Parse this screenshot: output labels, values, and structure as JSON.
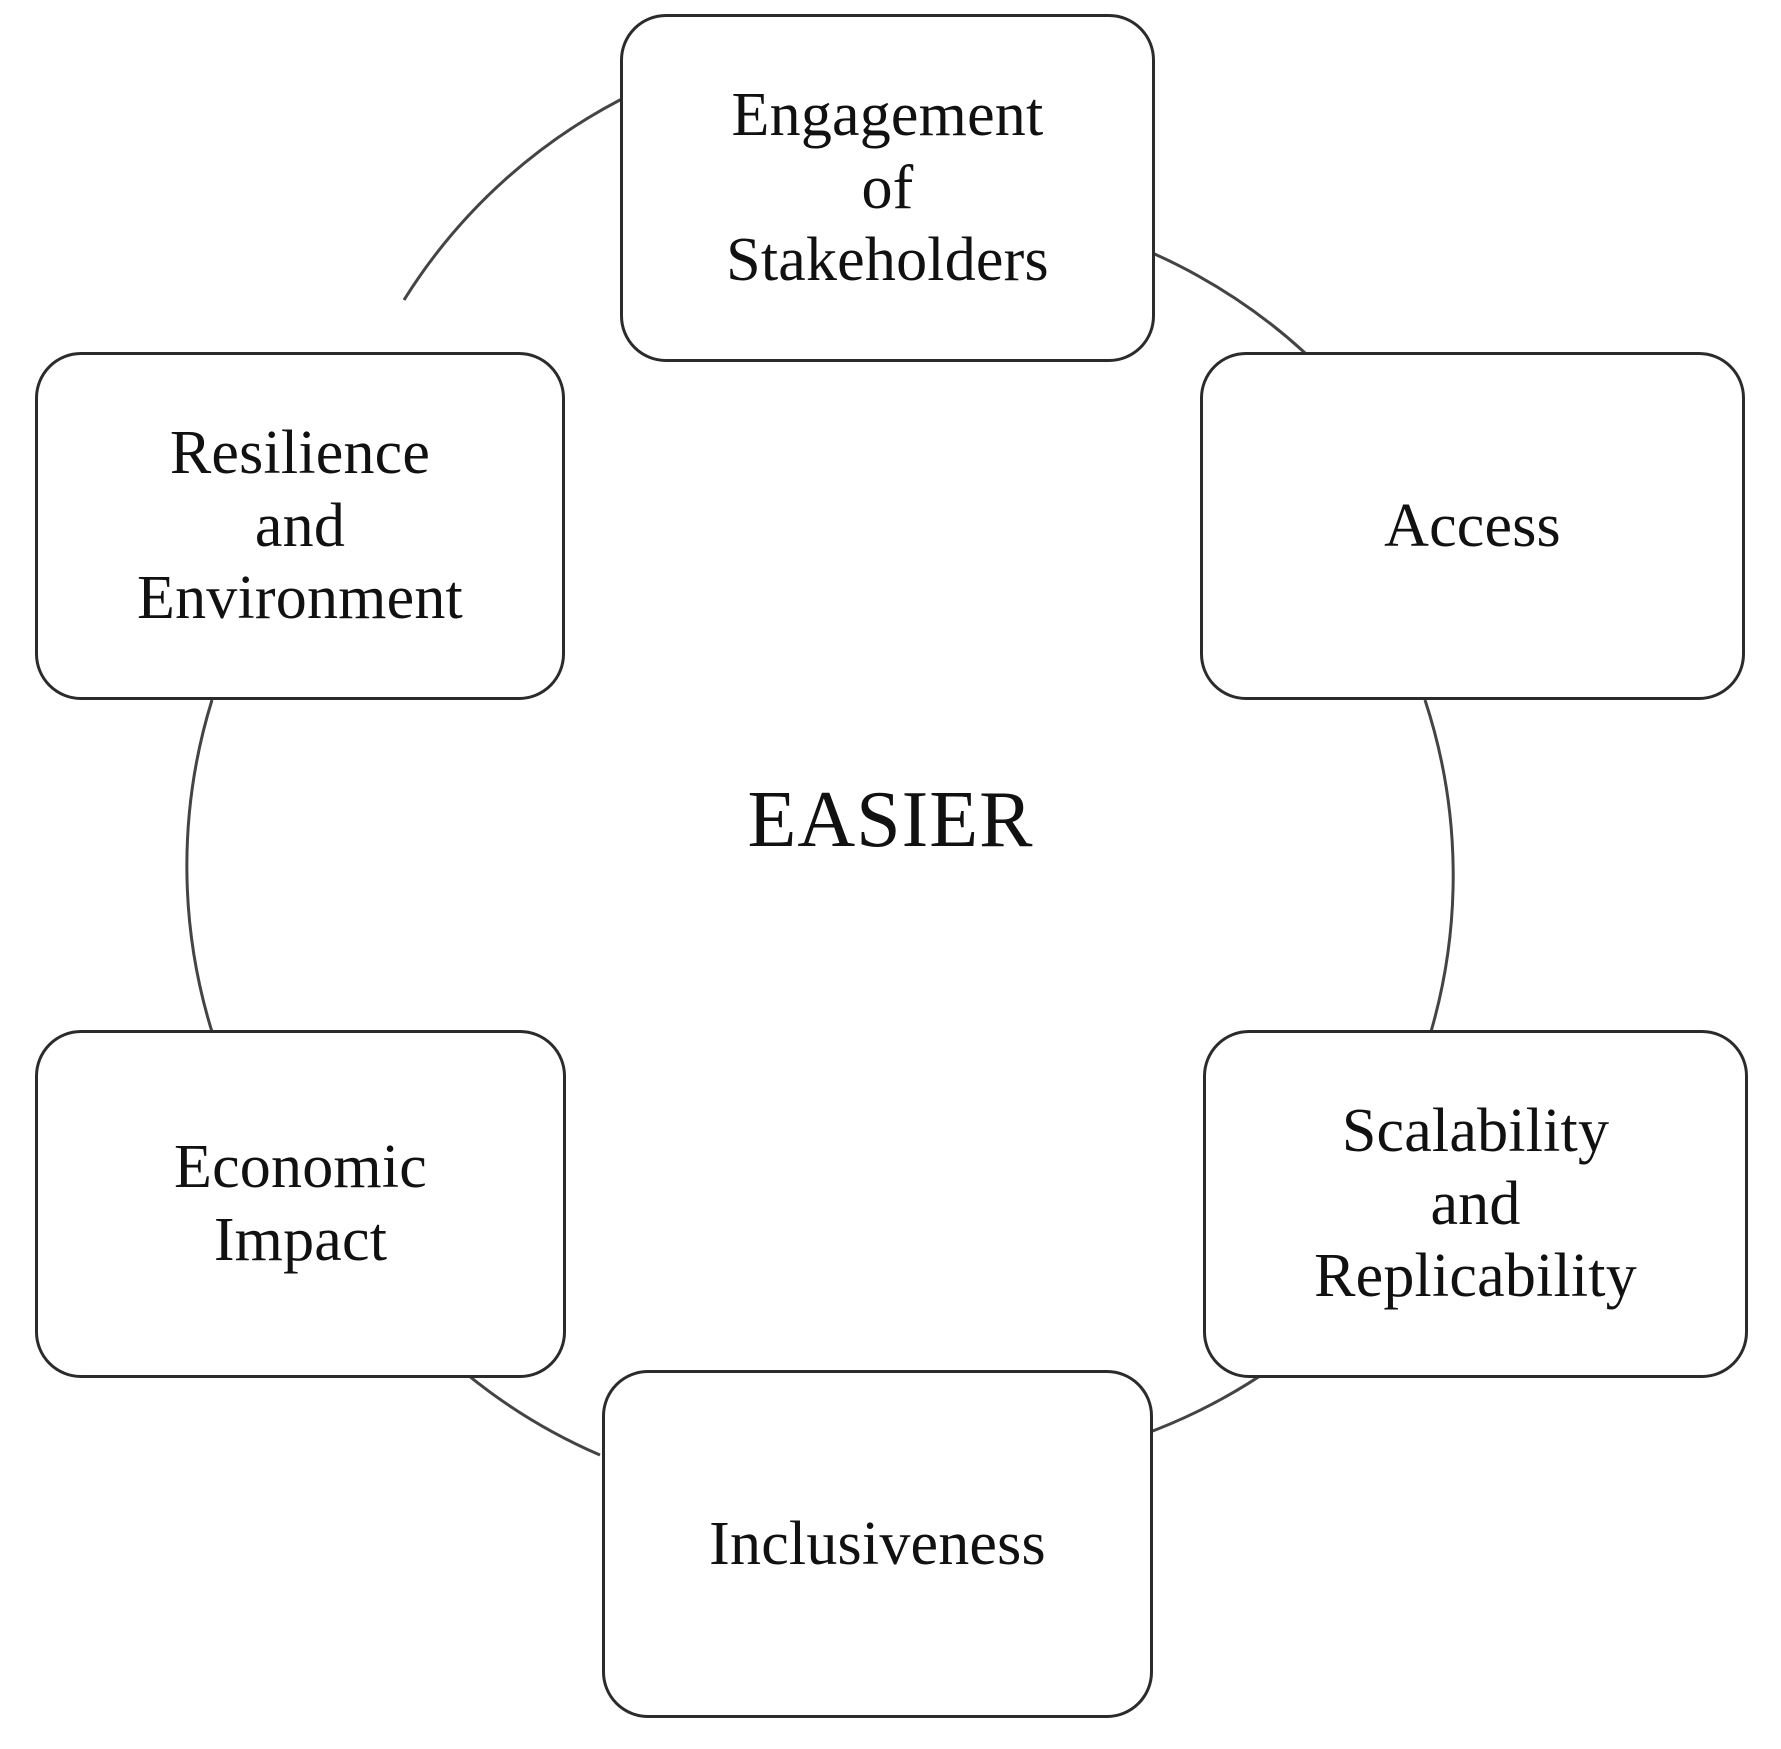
{
  "diagram": {
    "center_label": "EASIER",
    "shape": "circular-cycle",
    "node_count": 6,
    "stroke_color": "#2b2b2b",
    "background_color": "#ffffff",
    "text_color": "#111111",
    "nodes": [
      {
        "id": "engagement",
        "label": "Engagement\nof\nStakeholders",
        "position": "top"
      },
      {
        "id": "access",
        "label": "Access",
        "position": "upper-right"
      },
      {
        "id": "scalability",
        "label": "Scalability\nand\nReplicability",
        "position": "lower-right"
      },
      {
        "id": "inclusiveness",
        "label": "Inclusiveness",
        "position": "bottom"
      },
      {
        "id": "economic",
        "label": "Economic\nImpact",
        "position": "lower-left"
      },
      {
        "id": "resilience",
        "label": "Resilience\nand\nEnvironment",
        "position": "upper-left"
      }
    ]
  }
}
